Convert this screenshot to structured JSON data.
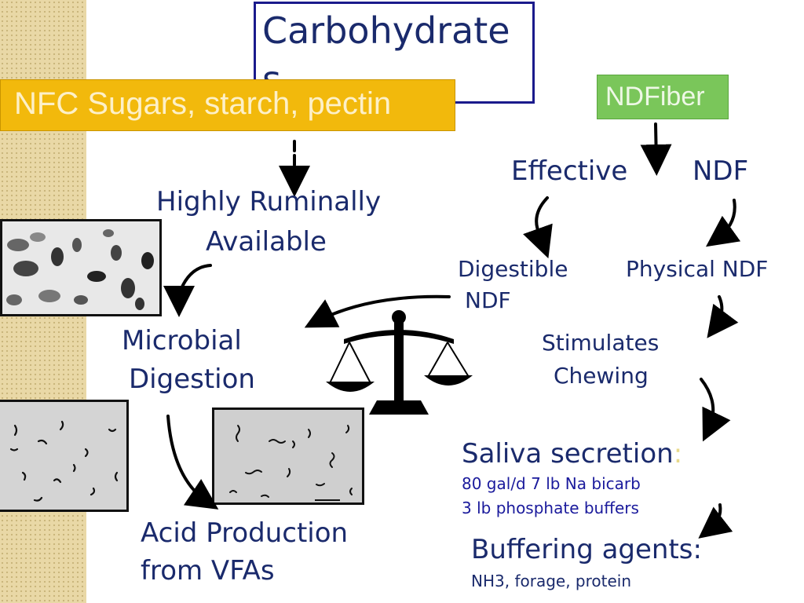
{
  "title": {
    "text": "Carbohydrates"
  },
  "nfc": {
    "label": "NFC Sugars, starch, pectin"
  },
  "ndf": {
    "label": "NDFiber"
  },
  "left": {
    "highly": "Highly Ruminally",
    "available": "Available",
    "microbial": "Microbial",
    "digestion": "Digestion",
    "acid_line1": "Acid Production",
    "acid_line2": "from VFAs"
  },
  "right": {
    "effective": "Effective",
    "ndf": "NDF",
    "digestible": "Digestible",
    "digestible_ndf": "NDF",
    "physical": "Physical NDF",
    "stimulates": "Stimulates",
    "chewing": "Chewing",
    "saliva": "Saliva secretion",
    "saliva_colon": ":",
    "saliva_detail1": "80 gal/d 7 lb Na bicarb",
    "saliva_detail2": "3 lb phosphate buffers",
    "buffering": "Buffering  agents:",
    "buffering_detail": "NH3, forage, protein"
  },
  "icons": [
    "balance-scale-icon",
    "protozoa-micrograph",
    "bacteria-micrograph"
  ],
  "colors": {
    "navy": "#1a2a6c",
    "nfc": "#f2b90c",
    "ndf_box": "#7ac65a",
    "title_border": "#1a1a8c"
  }
}
